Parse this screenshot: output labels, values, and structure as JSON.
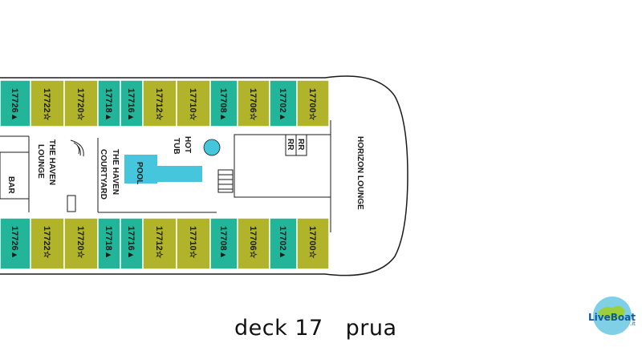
{
  "colors": {
    "suite_green": "#b1b32b",
    "balcony_teal": "#23b59a",
    "pool_blue": "#45c6dc",
    "outline": "#1b1b1b"
  },
  "top_cabins": [
    {
      "id": "17726",
      "symbol": "▲",
      "color": "teal"
    },
    {
      "id": "17722",
      "symbol": "☆",
      "color": "green"
    },
    {
      "id": "17720",
      "symbol": "☆",
      "color": "green"
    },
    {
      "id": "17718",
      "symbol": "▲",
      "color": "teal"
    },
    {
      "id": "17716",
      "symbol": "▲",
      "color": "teal"
    },
    {
      "id": "17712",
      "symbol": "☆",
      "color": "green"
    },
    {
      "id": "17710",
      "symbol": "☆",
      "color": "green"
    },
    {
      "id": "17708",
      "symbol": "▲",
      "color": "teal"
    },
    {
      "id": "17706",
      "symbol": "☆",
      "color": "green"
    },
    {
      "id": "17702",
      "symbol": "▲",
      "color": "teal"
    },
    {
      "id": "17700",
      "symbol": "☆",
      "color": "green"
    }
  ],
  "bottom_cabins": [
    {
      "id": "17726",
      "symbol": "▲",
      "color": "teal"
    },
    {
      "id": "17722",
      "symbol": "☆",
      "color": "green"
    },
    {
      "id": "17720",
      "symbol": "☆",
      "color": "green"
    },
    {
      "id": "17718",
      "symbol": "▲",
      "color": "teal"
    },
    {
      "id": "17716",
      "symbol": "▲",
      "color": "teal"
    },
    {
      "id": "17712",
      "symbol": "☆",
      "color": "green"
    },
    {
      "id": "17710",
      "symbol": "☆",
      "color": "green"
    },
    {
      "id": "17708",
      "symbol": "▲",
      "color": "teal"
    },
    {
      "id": "17706",
      "symbol": "☆",
      "color": "green"
    },
    {
      "id": "17702",
      "symbol": "▲",
      "color": "teal"
    },
    {
      "id": "17700",
      "symbol": "☆",
      "color": "green"
    }
  ],
  "rooms": {
    "bar": "BAR",
    "haven_lounge_1": "THE HAVEN",
    "haven_lounge_2": "LOUNGE",
    "haven_courtyard_1": "THE HAVEN",
    "haven_courtyard_2": "COURTYARD",
    "pool": "POOL",
    "hot_tub_1": "HOT",
    "hot_tub_2": "TUB",
    "restroom_1": "RR",
    "restroom_2": "RR",
    "horizon_lounge": "HORIZON LOUNGE"
  },
  "caption": {
    "deck": "deck 17",
    "section": "prua"
  },
  "logo": {
    "brand": "LiveBoat",
    "suffix": ".it"
  }
}
